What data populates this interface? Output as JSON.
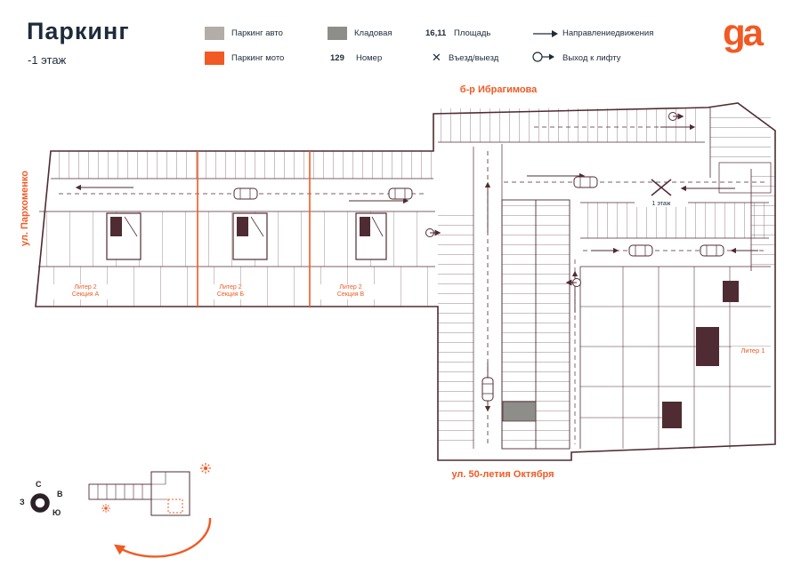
{
  "header": {
    "title": "Паркинг",
    "subtitle": "-1 этаж",
    "logo": "ga"
  },
  "legend": {
    "auto_label": "Паркинг авто",
    "moto_label": "Паркинг мото",
    "storage_label": "Кладовая",
    "number_value": "129",
    "number_label": "Номер",
    "area_value": "16,11",
    "area_label": "Площадь",
    "entry_symbol": "✕",
    "entry_label": "Въезд/выезд",
    "direction_label": "Направлениедвижения",
    "lift_label": "Выход к лифту"
  },
  "streets": {
    "top": "б-р Ибрагимова",
    "left": "ул. Пархоменко",
    "bottom": "ул. 50-летия Октября"
  },
  "plan": {
    "section_a_line1": "Литер 2",
    "section_a_line2": "Секция А",
    "section_b_line1": "Литер 2",
    "section_b_line2": "Секция Б",
    "section_v_line1": "Литер 2",
    "section_v_line2": "Секция В",
    "liter1": "Литер 1",
    "floor1": "1 этаж"
  },
  "compass": {
    "north": "С",
    "east": "В",
    "west": "З",
    "south": "Ю"
  },
  "colors": {
    "accent": "#f15a24",
    "plan_line": "#4f2b33",
    "auto_fill": "#b3ada7",
    "storage_fill": "#8d8d89",
    "text": "#1d2b3a"
  }
}
